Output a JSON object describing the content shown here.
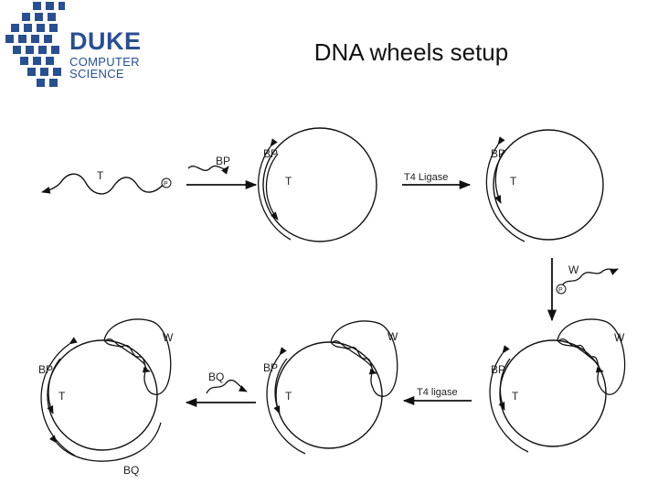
{
  "header": {
    "logo": {
      "line1": "DUKE",
      "line2": "COMPUTER",
      "line3": "SCIENCE"
    },
    "title": "DNA wheels setup"
  },
  "diagram": {
    "labels": {
      "T": "T",
      "P": "P",
      "BP": "BP",
      "BQ": "BQ",
      "W": "W",
      "ligase_top": "T4 Ligase",
      "ligase_bottom": "T4 ligase"
    }
  }
}
